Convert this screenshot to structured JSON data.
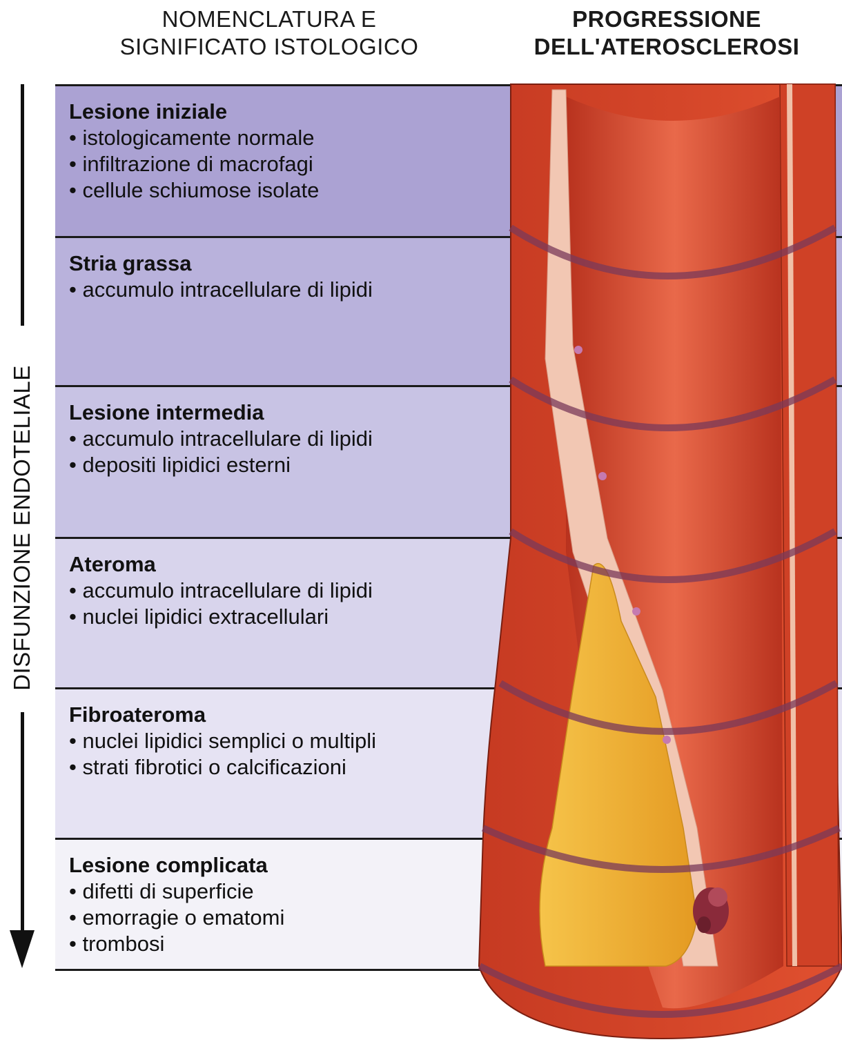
{
  "headers": {
    "left": "NOMENCLATURA E\nSIGNIFICATO ISTOLOGICO",
    "right": "PROGRESSIONE\nDELL'ATEROSCLEROSI"
  },
  "axis": {
    "label": "DISFUNZIONE ENDOTELIALE",
    "direction": "down"
  },
  "stages": [
    {
      "title": "Lesione iniziale",
      "bullets": [
        "istologicamente normale",
        "infiltrazione di macrofagi",
        "cellule schiumose isolate"
      ],
      "color": "#aba2d3"
    },
    {
      "title": "Stria grassa",
      "bullets": [
        "accumulo intracellulare di lipidi"
      ],
      "color": "#b9b2dc"
    },
    {
      "title": "Lesione intermedia",
      "bullets": [
        "accumulo intracellulare di lipidi",
        "depositi lipidici esterni"
      ],
      "color": "#c8c3e4"
    },
    {
      "title": "Ateroma",
      "bullets": [
        "accumulo intracellulare di lipidi",
        "nuclei lipidici extracellulari"
      ],
      "color": "#d8d4ec"
    },
    {
      "title": "Fibroateroma",
      "bullets": [
        "nuclei lipidici semplici o multipli",
        "strati fibrotici o calcificazioni"
      ],
      "color": "#e6e3f3"
    },
    {
      "title": "Lesione complicata",
      "bullets": [
        "difetti di superficie",
        "emorragie o ematomi",
        "trombosi"
      ],
      "color": "#f3f2f8"
    }
  ],
  "colors": {
    "artery_wall": "#d9432a",
    "artery_lumen": "#e35a3c",
    "intima": "#f2c7b3",
    "lipid_core": "#f3b53a",
    "thrombus": "#8a2a3a"
  }
}
